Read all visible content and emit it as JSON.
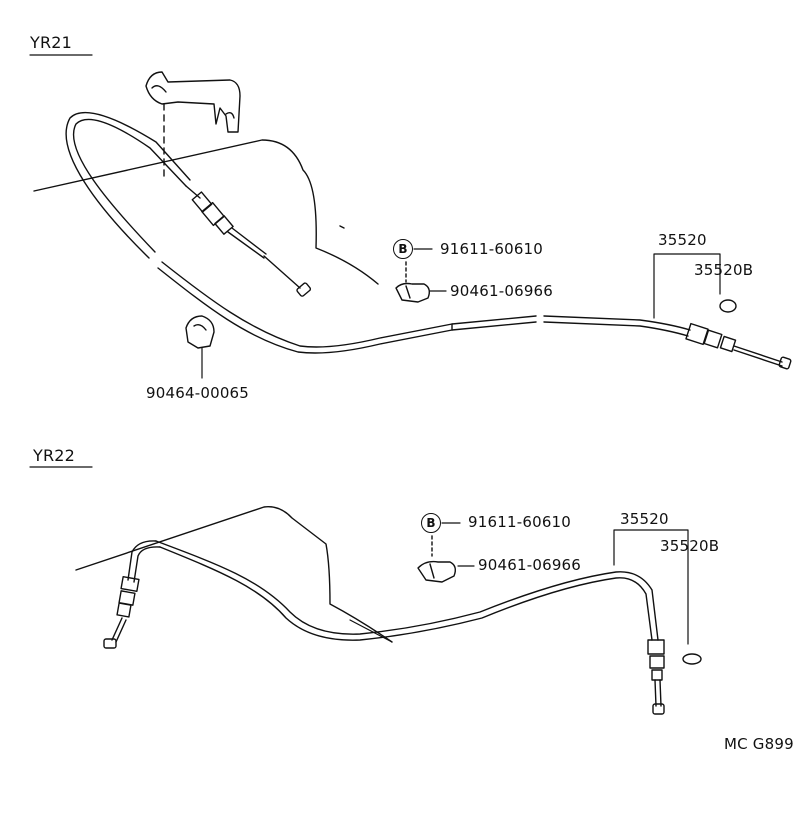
{
  "sections": [
    {
      "title": "YR21"
    },
    {
      "title": "YR22"
    }
  ],
  "yr21": {
    "bolt_marker": "B",
    "bolt_part": "91611-60610",
    "clip_part": "90461-06966",
    "clamp_part": "90464-00065",
    "cable_part": "35520",
    "ring_part": "35520B"
  },
  "yr22": {
    "bolt_marker": "B",
    "bolt_part": "91611-60610",
    "clip_part": "90461-06966",
    "cable_part": "35520",
    "ring_part": "35520B"
  },
  "footer": {
    "code": "MC G899"
  },
  "colors": {
    "ink": "#111111",
    "paper": "#ffffff"
  }
}
